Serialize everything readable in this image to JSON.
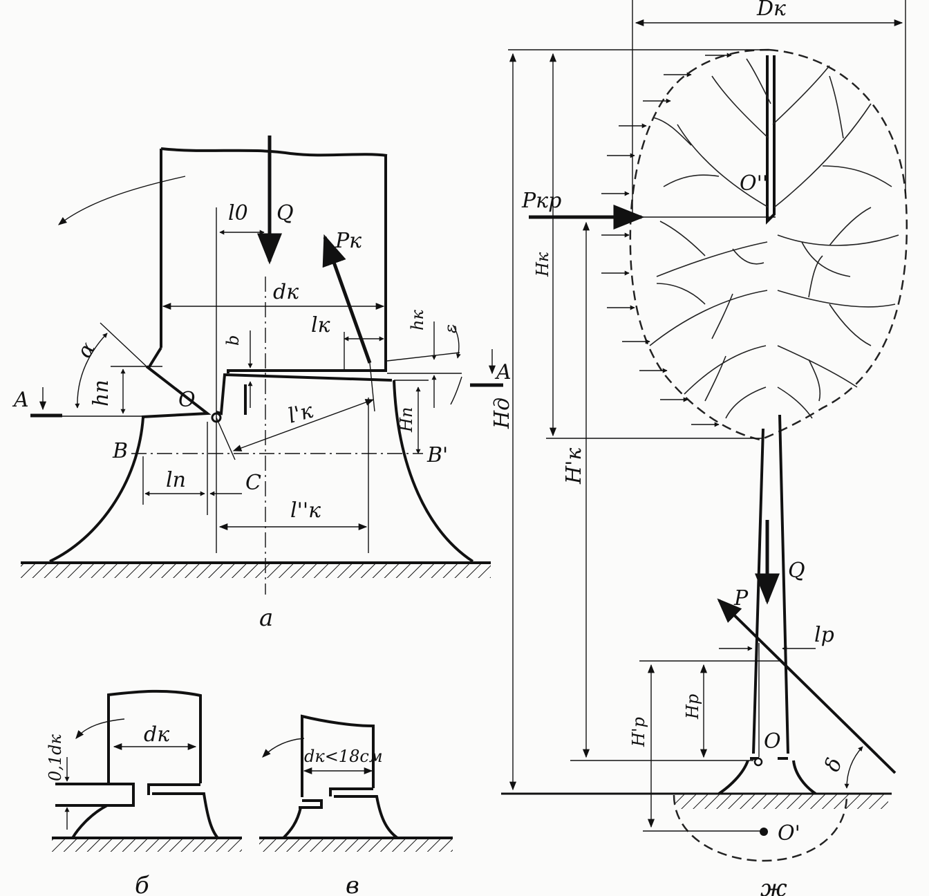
{
  "diagram_a": {
    "caption": "а",
    "labels": {
      "Q": "Q",
      "Pk": "Pк",
      "l0": "l0",
      "dk": "dк",
      "lk": "lк",
      "hk": "hк",
      "b": "b",
      "eps": "ε",
      "A_left": "A",
      "A_right": "A",
      "alpha": "α",
      "hn": "hп",
      "O": "O",
      "lk_prime": "l'к",
      "Hn": "Hп",
      "B": "B",
      "B_prime": "B'",
      "ln": "lп",
      "C": "C",
      "lk_dprime": "l''к"
    }
  },
  "diagram_b": {
    "caption": "б",
    "labels": {
      "dk": "dк",
      "frac": "0,1dк"
    }
  },
  "diagram_v": {
    "caption": "в",
    "labels": {
      "dk_lt": "dк<18см"
    }
  },
  "diagram_zh": {
    "caption": "ж",
    "labels": {
      "Dk": "Dк",
      "Pkr": "Pкр",
      "O_dprime": "O''",
      "Hk": "Hк",
      "Hd": "Hд",
      "Hk_prime": "H'к",
      "Q": "Q",
      "P": "P",
      "lp": "lр",
      "Hp": "Hр",
      "Hp_prime": "H'р",
      "O": "O",
      "delta": "δ",
      "O_prime": "O'"
    }
  }
}
